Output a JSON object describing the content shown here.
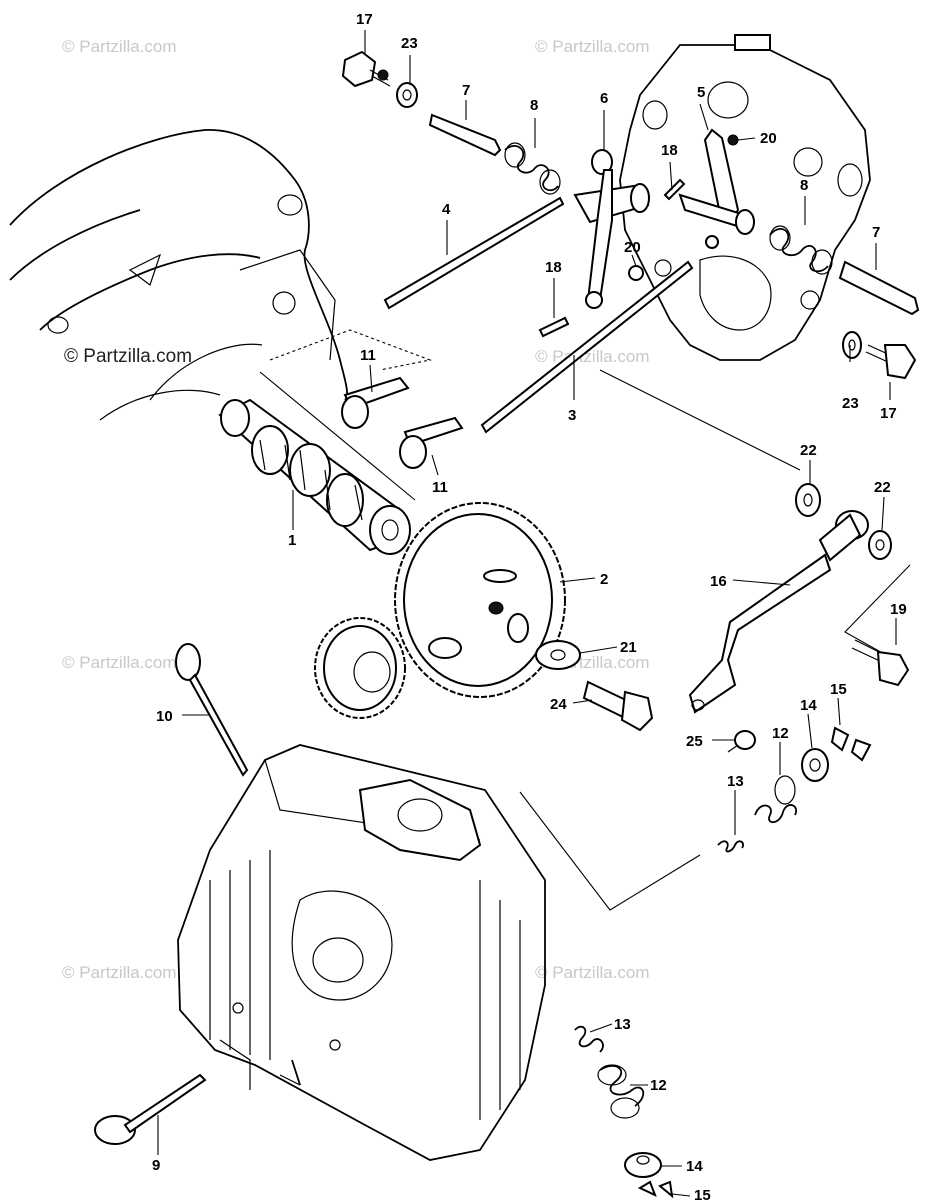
{
  "watermarks": [
    "© Partzilla.com",
    "© Partzilla.com",
    "© Partzilla.com",
    "© Partzilla.com",
    "© Partzilla.com",
    "© Partzilla.com",
    "© Partzilla.com",
    "© Partzilla.com"
  ],
  "labels": {
    "p1": "1",
    "p2": "2",
    "p3": "3",
    "p4": "4",
    "p5": "5",
    "p6": "6",
    "p7a": "7",
    "p7b": "7",
    "p8a": "8",
    "p8b": "8",
    "p9": "9",
    "p10": "10",
    "p11a": "11",
    "p11b": "11",
    "p12a": "12",
    "p12b": "12",
    "p13a": "13",
    "p13b": "13",
    "p14a": "14",
    "p14b": "14",
    "p15a": "15",
    "p15b": "15",
    "p16": "16",
    "p17a": "17",
    "p17b": "17",
    "p18a": "18",
    "p18b": "18",
    "p19": "19",
    "p20a": "20",
    "p20b": "20",
    "p21": "21",
    "p22a": "22",
    "p22b": "22",
    "p23a": "23",
    "p23b": "23",
    "p24": "24",
    "p25": "25"
  }
}
